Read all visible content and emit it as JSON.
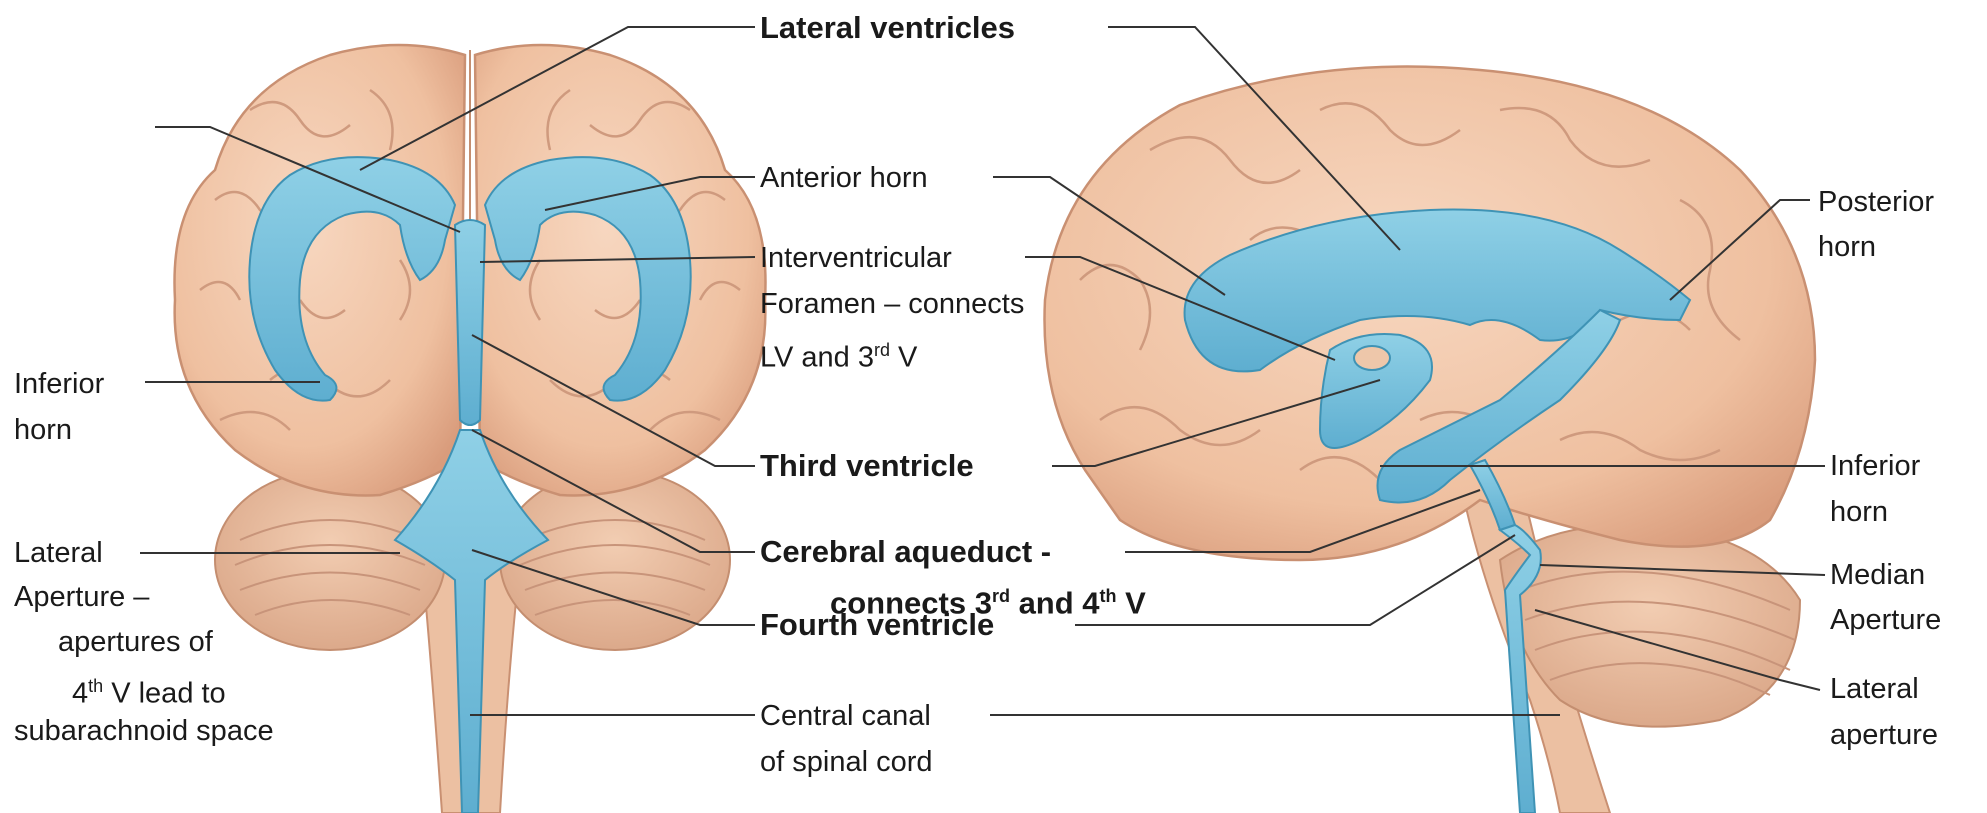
{
  "colors": {
    "brain": "#f1c4a6",
    "brain_dark": "#d99c7c",
    "ventricle": "#7cc3dd",
    "ventricle_dark": "#3f93b5",
    "leader_line": "#333333"
  },
  "labels": {
    "lateral_ventricles": "Lateral ventricles",
    "anterior_horn": "Anterior horn",
    "interventricular_1": "Interventricular",
    "interventricular_2": "Foramen – connects",
    "interventricular_3a": "LV and 3",
    "interventricular_3_sup": "rd",
    "interventricular_3b": " V",
    "inferior_horn_left_1": "Inferior",
    "inferior_horn_left_2": "horn",
    "third_ventricle": "Third ventricle",
    "cerebral_aqueduct_1": "Cerebral aqueduct -",
    "cerebral_aqueduct_2a": "connects 3",
    "cerebral_aqueduct_2_sup1": "rd",
    "cerebral_aqueduct_2b": " and 4",
    "cerebral_aqueduct_2_sup2": "th",
    "cerebral_aqueduct_2c": " V",
    "fourth_ventricle": "Fourth ventricle",
    "lateral_aperture_left_1": "Lateral",
    "lateral_aperture_left_2": "Aperture –",
    "lateral_aperture_left_3": "apertures of",
    "lateral_aperture_left_4a": "4",
    "lateral_aperture_left_4_sup": "th",
    "lateral_aperture_left_4b": " V lead to",
    "lateral_aperture_left_5": "subarachnoid space",
    "central_canal_1": "Central canal",
    "central_canal_2": "of spinal cord",
    "posterior_horn_1": "Posterior",
    "posterior_horn_2": "horn",
    "inferior_horn_right_1": "Inferior",
    "inferior_horn_right_2": "horn",
    "median_aperture_1": "Median",
    "median_aperture_2": "Aperture",
    "lateral_aperture_right_1": "Lateral",
    "lateral_aperture_right_2": "aperture"
  }
}
